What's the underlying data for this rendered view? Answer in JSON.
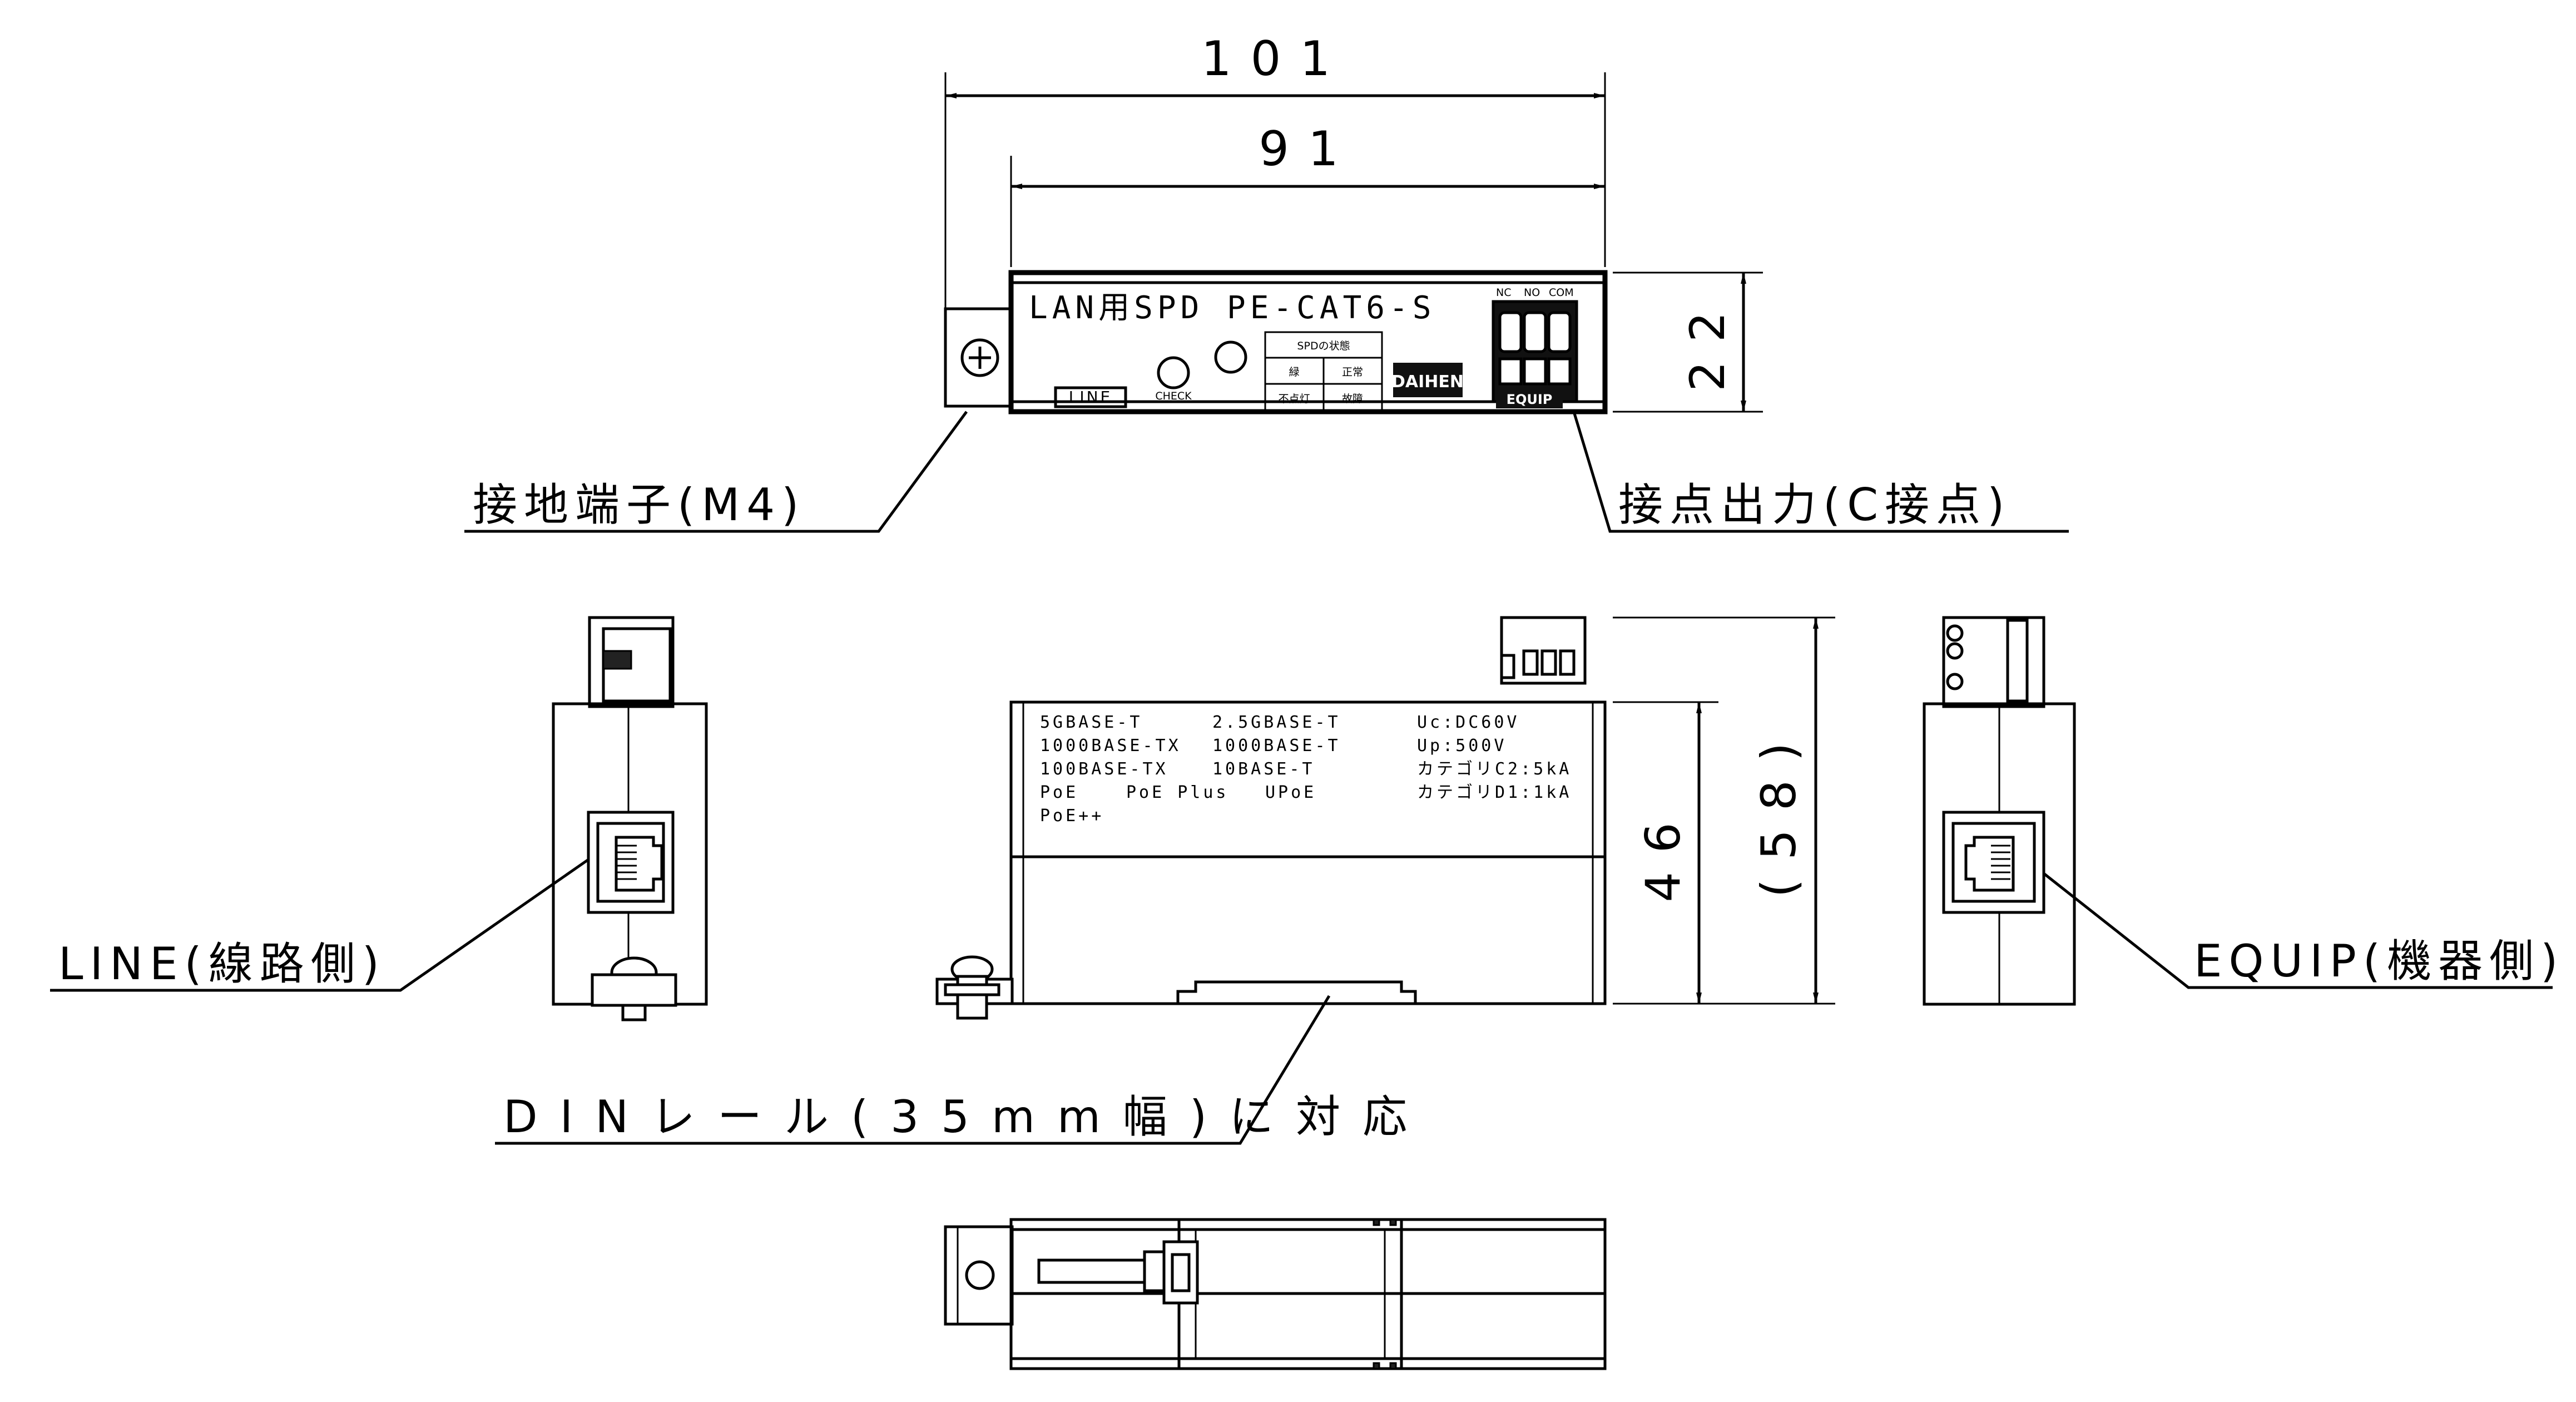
{
  "dimensions": {
    "overall_width": "101",
    "body_width": "91",
    "front_height": "22",
    "body_height": "46",
    "total_height": "(58)"
  },
  "callouts": {
    "ground_terminal": "接地端子(M4)",
    "contact_output": "接点出力(C接点)",
    "line_side": "LINE(線路側)",
    "equip_side": "EQUIP(機器側)",
    "din_rail": "DINレール(35mm幅)に対応"
  },
  "front_panel": {
    "product_name": "LAN用SPD PE-CAT6-S",
    "line_label": "LINE",
    "check_label": "CHECK",
    "status_title": "SPDの状態",
    "status_green": "緑",
    "status_normal": "正常",
    "status_off": "不点灯",
    "status_fault": "故障",
    "brand_logo": "DAIHEN",
    "terminal_nc": "NC",
    "terminal_no": "NO",
    "terminal_com": "COM",
    "equip_label": "EQUIP"
  },
  "spec_label": {
    "line1_left": "5GBASE-T",
    "line1_right": "2.5GBASE-T",
    "line2_left": "1000BASE-TX",
    "line2_right": "1000BASE-T",
    "line3_left": "100BASE-TX",
    "line3_right": "10BASE-T",
    "line4_a": "PoE",
    "line4_b": "PoE Plus",
    "line4_c": "UPoE",
    "line5": "PoE++",
    "uc": "Uc:DC60V",
    "up": "Up:500V",
    "cat_c2": "カテゴリC2:5kA",
    "cat_d1": "カテゴリD1:1kA"
  }
}
